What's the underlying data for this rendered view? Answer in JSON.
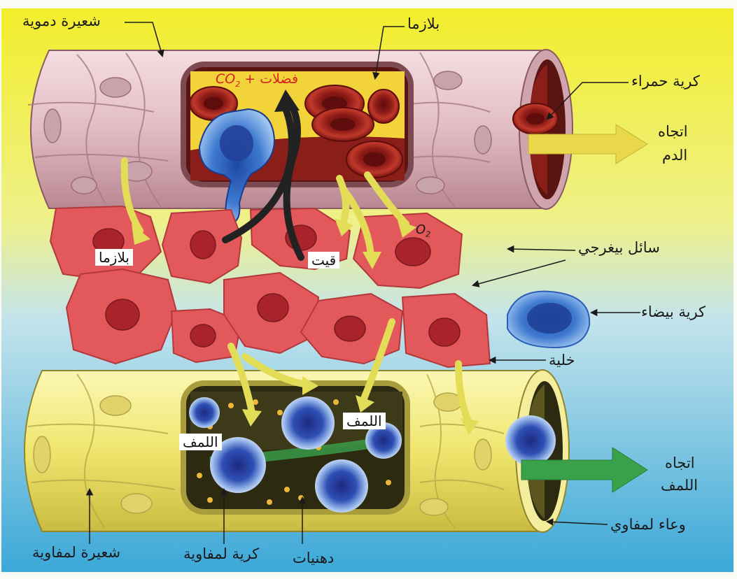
{
  "labels": {
    "capillary": "شعيرة دموية",
    "plasma_top": "بلازما",
    "waste": "فضلات +",
    "co2": "CO",
    "co2_sub": "2",
    "red_cell": "كرية حمراء",
    "blood_dir_1": "اتجاه",
    "blood_dir_2": "الدم",
    "plasma_box": "بلازما",
    "pus": "قيت",
    "o2": "O",
    "o2_sub": "2",
    "interstitial": "سائل بيغرجي",
    "white_cell": "كرية بيضاء",
    "cell": "خلية",
    "lymph_box_1": "اللمف",
    "lymph_box_2": "اللمف",
    "lymph_dir_1": "اتجاه",
    "lymph_dir_2": "اللمف",
    "lymph_vessel": "وعاء لمفاوي",
    "lymph_capillary": "شعيرة لمفاوية",
    "lymphocyte": "كرية لمفاوية",
    "fats": "دهنيات"
  },
  "colors": {
    "blood_vessel": "#e8c6cc",
    "plasma": "#f2d43a",
    "red_blood_cell": "#a8241d",
    "tissue_cell": "#e55a5c",
    "lymph_vessel": "#f5ed7a",
    "lymphocyte": "#2b4fae",
    "arrow_yellow": "#e3dc57",
    "arrow_green": "#3aa14b"
  }
}
